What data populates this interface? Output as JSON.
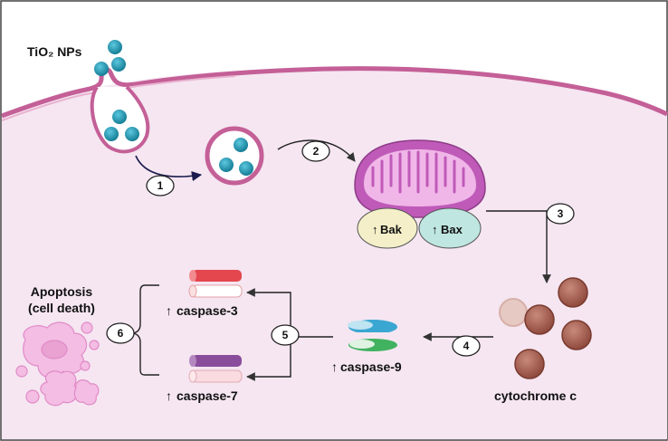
{
  "labels": {
    "tio2_nps": "TiO₂ NPs",
    "apoptosis_line1": "Apoptosis",
    "apoptosis_line2": "(cell death)",
    "caspase3": "caspase-3",
    "caspase7": "caspase-7",
    "caspase9": "caspase-9",
    "cytochrome_c": "cytochrome c",
    "bak": "Bak",
    "bax": "Bax",
    "up_arrow": "↑"
  },
  "steps": [
    "1",
    "2",
    "3",
    "4",
    "5",
    "6"
  ],
  "colors": {
    "cell_fill": "#f5e6f1",
    "membrane": "#c45f97",
    "membrane_light": "#e9b2d0",
    "nanoparticle": "#1e9fbd",
    "nanoparticle_dark": "#147d95",
    "mito_outer": "#bf5ab8",
    "mito_inner": "#f0b6e8",
    "bak_fill": "#f4efc8",
    "bax_fill": "#bfe6e1",
    "cytochrome": "#9e5648",
    "caspase3_top": "#e4474e",
    "caspase7_top": "#8a4d9b",
    "caspase9_top": "#3aa6d2",
    "caspase9_bottom": "#41b25f",
    "apoptotic_body": "#f4bde3",
    "arrow_dark": "#1a1a4e",
    "line": "#333333"
  }
}
